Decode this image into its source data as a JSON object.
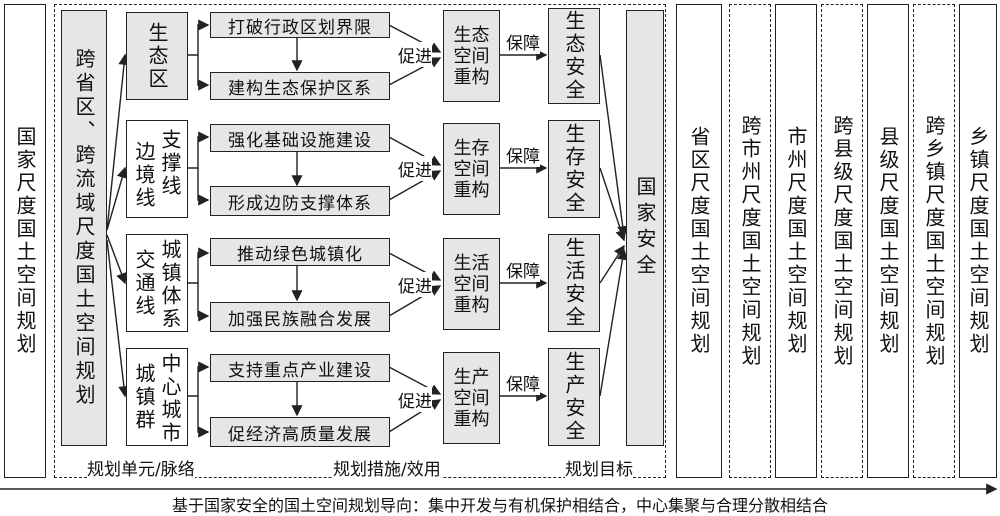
{
  "national_plan": "国家尺度国土空间规划",
  "cross_region_plan": "跨省区、跨流域尺度国土空间规划",
  "units": [
    {
      "col1": "生态区",
      "col2": ""
    },
    {
      "col1": "边境线",
      "col2": "支撑线"
    },
    {
      "col1": "交通线",
      "col2": "城镇体系"
    },
    {
      "col1": "城镇群",
      "col2": "中心城市"
    }
  ],
  "measures": [
    [
      "打破行政区划界限",
      "建构生态保护区系"
    ],
    [
      "强化基础设施建设",
      "形成边防支撑体系"
    ],
    [
      "推动绿色城镇化",
      "加强民族融合发展"
    ],
    [
      "支持重点产业建设",
      "促经济高质量发展"
    ]
  ],
  "restructures": [
    "生态空间重构",
    "生存空间重构",
    "生活空间重构",
    "生产空间重构"
  ],
  "securities": [
    "生态安全",
    "生存安全",
    "生活安全",
    "生产安全"
  ],
  "promote_label": "促进",
  "guarantee_label": "保障",
  "national_security": "国家安全",
  "bottom_labels": {
    "units": "规划单元/脉络",
    "measures": "规划措施/效用",
    "goal": "规划目标"
  },
  "right_plans": [
    "省区尺度国土空间规划",
    "跨市州尺度国土空间规划",
    "市州尺度国土空间规划",
    "跨县级尺度国土空间规划",
    "县级尺度国土空间规划",
    "跨乡镇尺度国土空间规划",
    "乡镇尺度国土空间规划"
  ],
  "footer": "基于国家安全的国土空间规划导向：集中开发与有机保护相结合，中心集聚与合理分散相结合"
}
